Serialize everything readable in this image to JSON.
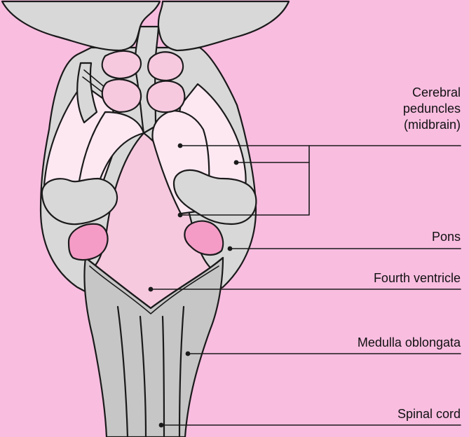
{
  "colors": {
    "background": "#f9bde0",
    "grey": "#d8d8d8",
    "mid_grey": "#c6c6c6",
    "light_pink": "#fde8f2",
    "pink": "#f6c9df",
    "lobe_pink": "#f49cc6",
    "outline": "#1a1a1a"
  },
  "labels": {
    "cerebral_peduncles_1": "Cerebral",
    "cerebral_peduncles_2": "peduncles",
    "cerebral_peduncles_3": "(midbrain)",
    "pons": "Pons",
    "fourth_ventricle": "Fourth ventricle",
    "medulla_oblongata": "Medulla oblongata",
    "spinal_cord": "Spinal cord"
  }
}
